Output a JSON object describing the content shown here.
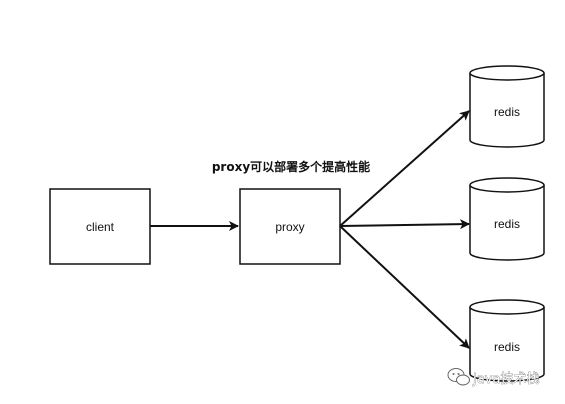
{
  "diagram": {
    "title": "proxy可以部署多个提高性能",
    "nodes": {
      "client": "client",
      "proxy": "proxy",
      "redis_1": "redis",
      "redis_2": "redis",
      "redis_3": "redis"
    },
    "edges": [
      {
        "from": "client",
        "to": "proxy"
      },
      {
        "from": "proxy",
        "to": "redis_1"
      },
      {
        "from": "proxy",
        "to": "redis_2"
      },
      {
        "from": "proxy",
        "to": "redis_3"
      }
    ]
  },
  "watermark": {
    "icon": "wechat-icon",
    "text": "Java技术栈"
  },
  "colors": {
    "stroke": "#111111",
    "background": "#ffffff"
  }
}
